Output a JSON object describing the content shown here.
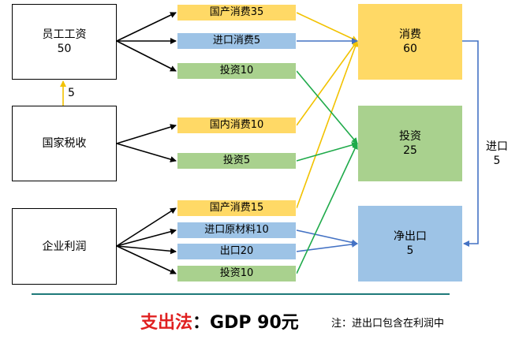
{
  "sources": {
    "wages": {
      "name": "员工工资",
      "value": "50"
    },
    "tax": {
      "name": "国家税收"
    },
    "profit": {
      "name": "企业利润"
    }
  },
  "flows": {
    "wages_domestic": "国产消费35",
    "wages_import": "进口消费5",
    "wages_invest": "投资10",
    "tax_domestic": "国内消费10",
    "tax_invest": "投资5",
    "profit_domestic": "国产消费15",
    "profit_raw": "进口原材料10",
    "profit_export": "出口20",
    "profit_invest": "投资10"
  },
  "targets": {
    "consumption": {
      "name": "消费",
      "value": "60"
    },
    "investment": {
      "name": "投资",
      "value": "25"
    },
    "net_export": {
      "name": "净出口",
      "value": "5"
    }
  },
  "transfer_label": "5",
  "import_label": {
    "name": "进口",
    "value": "5"
  },
  "footer": {
    "method": "支出法",
    "colon": "：",
    "gdp": "GDP 90元"
  },
  "note": "注：进出口包含在利润中",
  "colors": {
    "yellow": "#ffd966",
    "blue": "#9dc3e6",
    "green": "#a9d18e",
    "title_red": "#e02020",
    "divider": "#1f7a7a"
  }
}
